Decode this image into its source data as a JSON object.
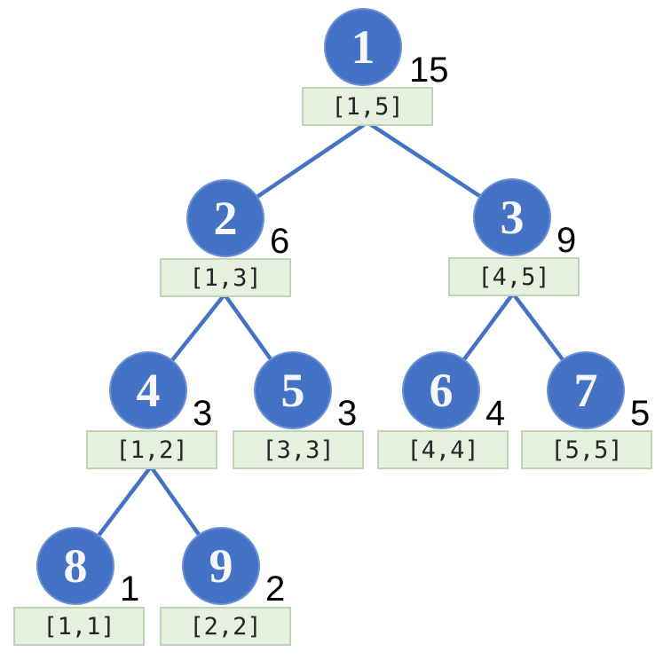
{
  "diagram": {
    "kind": "segment-tree",
    "colors": {
      "node_fill": "#4472C4",
      "node_text": "#F5F7FB",
      "edge": "#4472C4",
      "range_fill": "#E6F0DF",
      "range_border": "#BFD4B4",
      "sum_text": "#000000",
      "range_text": "#262626"
    },
    "nodes": [
      {
        "id": "1",
        "sum": "15",
        "range": "[1,5]"
      },
      {
        "id": "2",
        "sum": "6",
        "range": "[1,3]"
      },
      {
        "id": "3",
        "sum": "9",
        "range": "[4,5]"
      },
      {
        "id": "4",
        "sum": "3",
        "range": "[1,2]"
      },
      {
        "id": "5",
        "sum": "3",
        "range": "[3,3]"
      },
      {
        "id": "6",
        "sum": "4",
        "range": "[4,4]"
      },
      {
        "id": "7",
        "sum": "5",
        "range": "[5,5]"
      },
      {
        "id": "8",
        "sum": "1",
        "range": "[1,1]"
      },
      {
        "id": "9",
        "sum": "2",
        "range": "[2,2]"
      }
    ],
    "edges": [
      [
        "1",
        "2"
      ],
      [
        "1",
        "3"
      ],
      [
        "2",
        "4"
      ],
      [
        "2",
        "5"
      ],
      [
        "3",
        "6"
      ],
      [
        "3",
        "7"
      ],
      [
        "4",
        "8"
      ],
      [
        "4",
        "9"
      ]
    ]
  }
}
